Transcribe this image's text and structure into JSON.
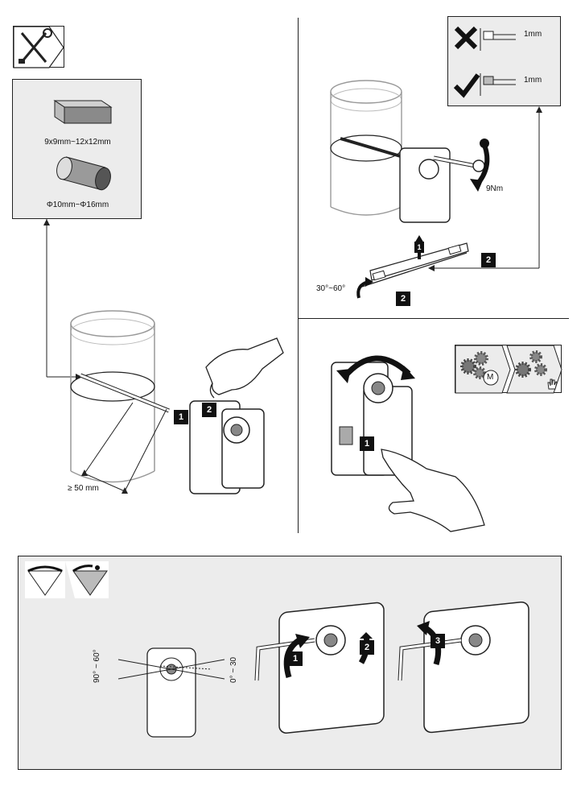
{
  "shaft_box": {
    "square_shaft_label": "9x9mm~12x12mm",
    "round_shaft_label": "Φ10mm~Φ16mm"
  },
  "mounting": {
    "distance_label": "≥ 50 mm",
    "step_1": "1",
    "step_2": "2"
  },
  "bracket_panel": {
    "tolerance_bad_label": "1mm",
    "tolerance_good_label": "1mm",
    "torque_label": "9Nm",
    "angle_label": "30°~60°",
    "step_1": "1",
    "step_2": "2",
    "step_2b": "2"
  },
  "manual_panel": {
    "step_1": "1",
    "motor_symbol": "M"
  },
  "limit_panel": {
    "left_angle_label": "90° ~ 60°",
    "right_angle_label": "0° ~ 30",
    "step_1": "1",
    "step_2": "2",
    "step_3": "3"
  },
  "colors": {
    "panel_grey": "#ececec",
    "line": "#222222",
    "badge": "#111111"
  }
}
